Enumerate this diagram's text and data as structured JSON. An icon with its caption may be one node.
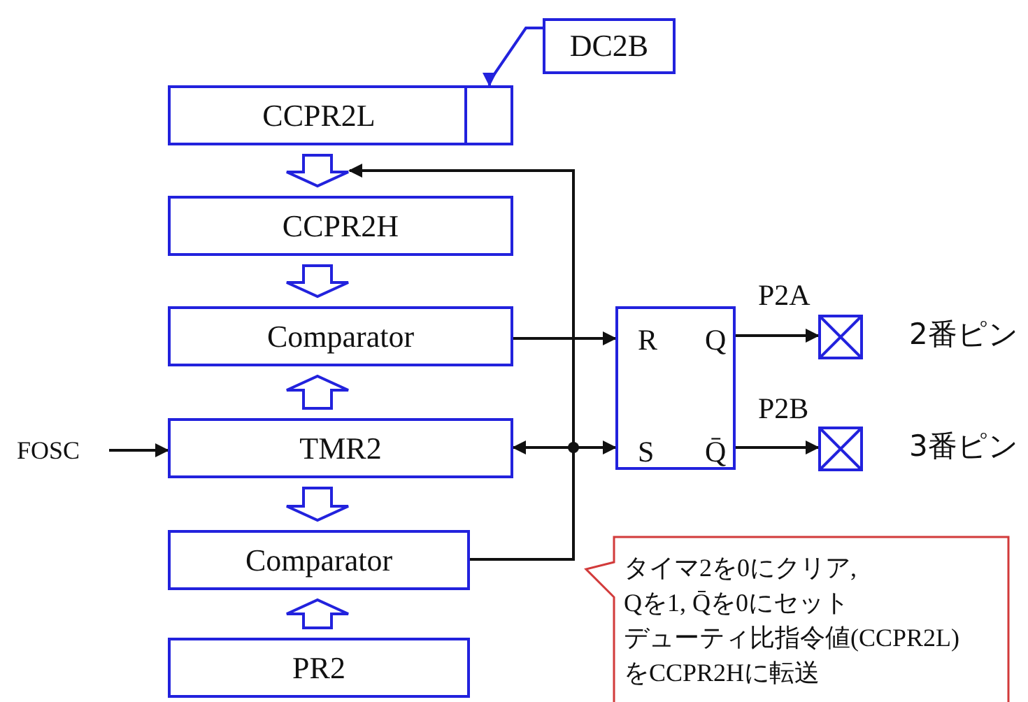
{
  "diagram": {
    "nodes": [
      {
        "text": [
          "DC2B"
        ]
      },
      {
        "text": [
          "CCPR2L"
        ]
      },
      {
        "text": [],
        "shape": "box",
        "in": 1
      },
      {
        "text": [
          "CCPR2H"
        ]
      },
      {
        "text": [
          "Comparator"
        ]
      },
      {
        "text": [
          "FOSC"
        ]
      },
      {
        "text": [
          "TMR2"
        ]
      },
      {
        "text": [
          "Comparator"
        ]
      },
      {
        "text": [
          "PR2"
        ]
      },
      {
        "text": [
          "R",
          "Q",
          "S",
          "Q̄"
        ]
      },
      {
        "text": [],
        "shape": "box",
        "beside": [
          "2番ピン"
        ]
      },
      {
        "text": [],
        "shape": "box",
        "beside": [
          "3番ピン"
        ]
      },
      {
        "text": [
          "タイマ2を0にクリア,",
          "Qを1, Q̄を0にセット",
          "デューティ比指令値(CCPR2L)",
          "をCCPR2Hに転送"
        ]
      }
    ],
    "edges": [
      {
        "from": 0,
        "to": 2,
        "arrow": "to",
        "color": "#2222dd"
      },
      {
        "from": 1,
        "to": 3,
        "arrow": "to",
        "style": "thick",
        "color": "#2222dd"
      },
      {
        "from": 3,
        "to": 4,
        "arrow": "to",
        "style": "thick",
        "color": "#2222dd"
      },
      {
        "from": 6,
        "to": 4,
        "arrow": "to",
        "style": "thick",
        "color": "#2222dd"
      },
      {
        "from": 6,
        "to": 7,
        "arrow": "to",
        "style": "thick",
        "color": "#2222dd"
      },
      {
        "from": 8,
        "to": 7,
        "arrow": "to",
        "style": "thick",
        "color": "#2222dd"
      },
      {
        "from": 5,
        "to": 6,
        "arrow": "to"
      },
      {
        "from": 4,
        "to": 9,
        "arrow": "to"
      },
      {
        "from": 7,
        "to": 6,
        "arrow": "to"
      },
      {
        "from": 7,
        "to": 9,
        "arrow": "to"
      },
      {
        "from": 7,
        "to": 1,
        "arrow": "to"
      },
      {
        "from": 9,
        "to": 10,
        "arrow": "to",
        "label": "P2A"
      },
      {
        "from": 9,
        "to": 11,
        "arrow": "to",
        "label": "P2B"
      }
    ]
  }
}
